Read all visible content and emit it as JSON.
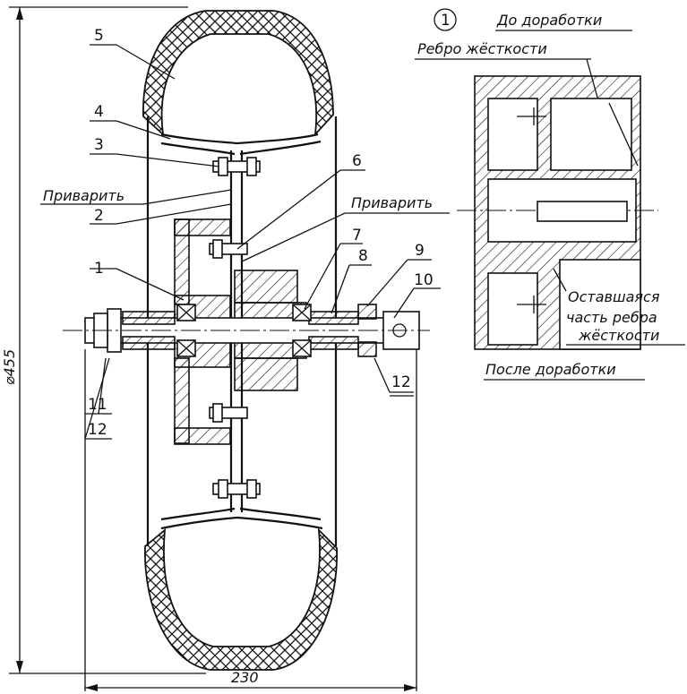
{
  "callouts": [
    "1",
    "2",
    "3",
    "4",
    "5",
    "6",
    "7",
    "8",
    "9",
    "10",
    "11",
    "12",
    "12"
  ],
  "labels": {
    "weld_left": "Приварить",
    "weld_right": "Приварить",
    "detail_marker": "1",
    "before": "До доработки",
    "rib": "Ребро жёсткости",
    "remaining_line1": "Оставшаяся",
    "remaining_line2": "часть ребра",
    "remaining_line3": "жёсткости",
    "after": "После доработки"
  },
  "dimensions": {
    "diameter": "⌀455",
    "width": "230"
  }
}
